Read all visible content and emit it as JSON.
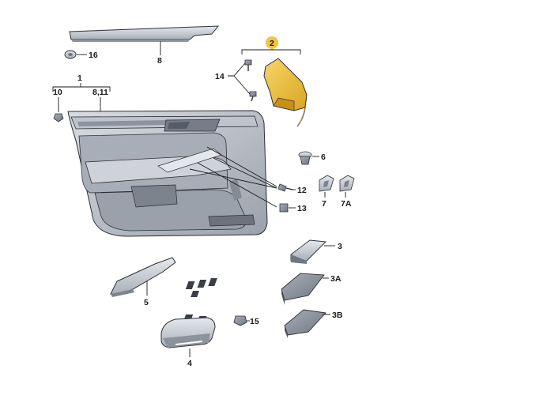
{
  "diagram": {
    "labels": {
      "p1": "1",
      "p2": "2",
      "p3": "3",
      "p3a": "3A",
      "p3b": "3B",
      "p4": "4",
      "p5": "5",
      "p6": "6",
      "p7": "7",
      "p7a": "7A",
      "p8": "8",
      "p8_11": "8,11",
      "p10": "10",
      "p12": "12",
      "p13": "13",
      "p14": "14",
      "p15": "15",
      "p16": "16"
    },
    "highlight_color": "#f2c443",
    "part_color": "#c7ccd4",
    "part_shadow_color": "#8d939c",
    "line_color": "#1a1a1a"
  }
}
